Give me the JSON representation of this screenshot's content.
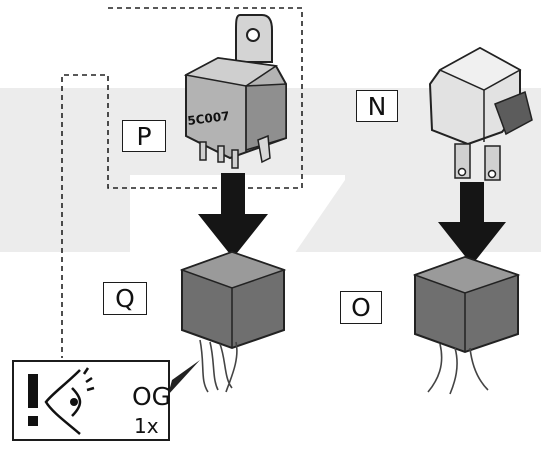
{
  "labels": {
    "p": "P",
    "q": "Q",
    "n": "N",
    "o": "O"
  },
  "relay_marking": "5C007",
  "note": {
    "code": "OG",
    "quantity": "1x",
    "icons": [
      "exclamation-icon",
      "eye-icon"
    ]
  },
  "colors": {
    "band": "#ececec",
    "body": "#6f6f6f",
    "relay_p": "#a9a9a9",
    "relay_n": "#dedede",
    "arrow": "#151515"
  }
}
